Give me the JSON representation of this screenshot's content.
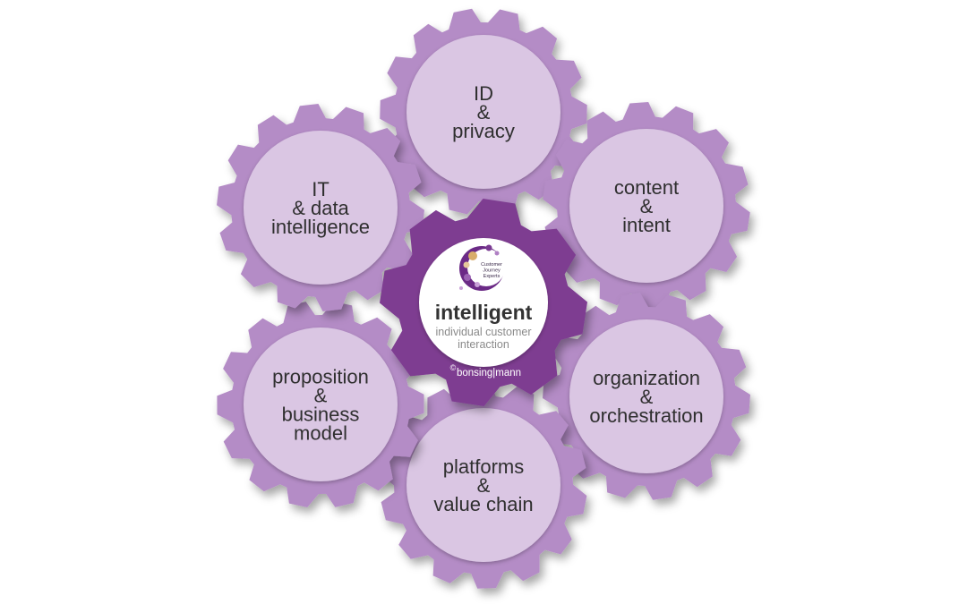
{
  "colors": {
    "outer_gear_fill": "#b48cc6",
    "outer_gear_face": "#dac6e3",
    "center_gear_fill": "#7e3d91",
    "center_face": "#ffffff",
    "label_text": "#2f2f2f"
  },
  "gears": [
    {
      "id": "id-privacy",
      "lines": [
        "ID",
        "&",
        "privacy"
      ]
    },
    {
      "id": "content-intent",
      "lines": [
        "content",
        "&",
        "intent"
      ]
    },
    {
      "id": "organization-orchestration",
      "lines": [
        "organization",
        "&",
        "orchestration"
      ]
    },
    {
      "id": "platforms-value-chain",
      "lines": [
        "platforms",
        "&",
        "value chain"
      ]
    },
    {
      "id": "proposition-business-model",
      "lines": [
        "proposition",
        "&",
        "business",
        "model"
      ]
    },
    {
      "id": "it-data-intelligence",
      "lines": [
        "IT",
        "& data",
        "intelligence"
      ]
    }
  ],
  "center": {
    "title": "intelligent",
    "subtitle_lines": [
      "individual customer",
      "interaction"
    ],
    "copyright": "bonsing|mann",
    "copyright_symbol": "©",
    "logo_lines": [
      "Customer",
      "Journey",
      "Experts"
    ]
  }
}
